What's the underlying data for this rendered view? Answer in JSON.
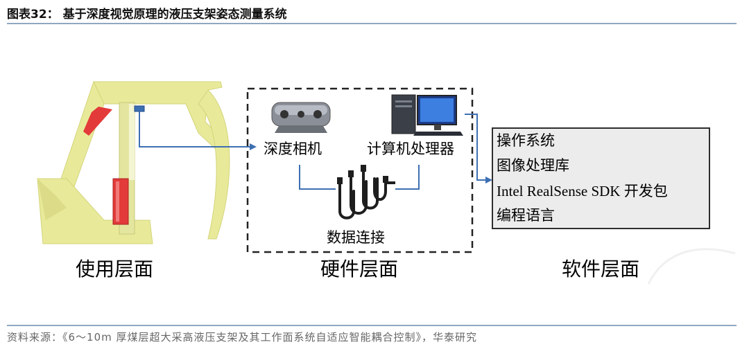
{
  "figure": {
    "title": "图表32：  基于深度视觉原理的液压支架姿态测量系统",
    "source": "资料来源：《6～10m 厚煤层超大采高液压支架及其工作面系统自适应智能耦合控制》，华泰研究"
  },
  "layers": {
    "usage_label": "使用层面",
    "hardware_label": "硬件层面",
    "software_label": "软件层面"
  },
  "hardware": {
    "depth_camera": "深度相机",
    "computer": "计算机处理器",
    "data_connection": "数据连接"
  },
  "software": {
    "items": [
      "操作系统",
      "图像处理库",
      "Intel RealSense SDK 开发包",
      "编程语言"
    ]
  },
  "colors": {
    "support_yellow": "#e8ea9a",
    "cylinder_red": "#e33a3a",
    "arrow_blue": "#3d6fb2",
    "box_fill": "#ececec",
    "rule": "#8fa7c2"
  }
}
